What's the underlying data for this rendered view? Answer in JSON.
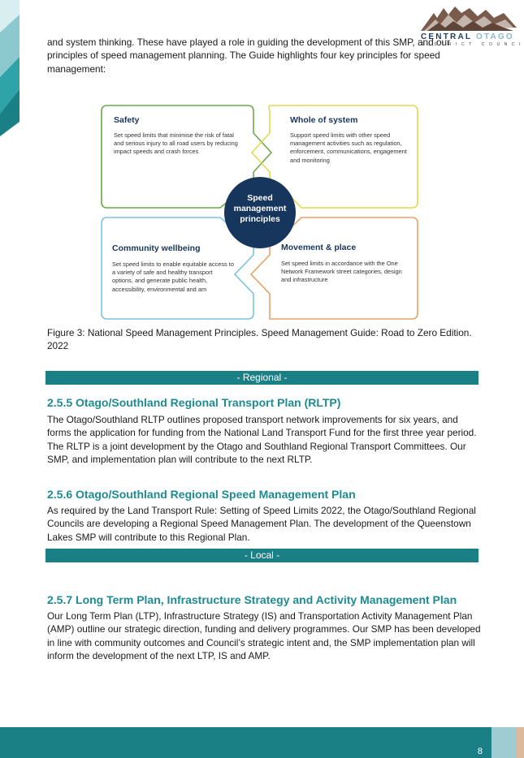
{
  "logo": {
    "name_part1": "CENTRAL",
    "name_part2": "OTAGO",
    "subtitle": "DISTRICT COUNCIL",
    "colors": {
      "mountain": "#7a5a4a",
      "navy": "#1f3a5a",
      "light": "#8bb8c8"
    }
  },
  "intro": {
    "paragraph": "and system thinking. These have played a role in guiding the development of this SMP, and our principles of speed management planning. The Guide highlights four key principles for speed management:"
  },
  "figure": {
    "center_label": [
      "Speed",
      "management",
      "principles"
    ],
    "quadrants": {
      "safety": {
        "title": "Safety",
        "text": "Set speed limits that minimise the risk of fatal and serious injury to all road users by reducing impact speeds and crash forces",
        "color": "#6aaa48"
      },
      "whole_system": {
        "title": "Whole of system",
        "text": "Support speed limits with other speed management activities such as regulation, enforcement, communications, engagement and monitoring",
        "color": "#e4d94a"
      },
      "community": {
        "title": "Community wellbeing",
        "text": "Set speed limits to enable equitable access to a variety of safe and healthy transport options, and generate public health, accessibility, environmental and am",
        "color": "#7cc4dd"
      },
      "movement": {
        "title": "Movement & place",
        "text": "Set speed limits in accordance with the One Network Framework street categories, design and infrastructure",
        "color": "#e8a367"
      }
    },
    "circle_color": "#17365d",
    "caption": "Figure 3: National Speed Management Principles. Speed Management Guide: Road to Zero Edition. 2022"
  },
  "banners": {
    "regional": "- Regional -",
    "local": "- Local -"
  },
  "sections": {
    "rltp": {
      "heading": "2.5.5 Otago/Southland Regional Transport Plan (RLTP)",
      "body": "The Otago/Southland RLTP outlines proposed transport network improvements for six years, and forms the application for funding from the National Land Transport Fund for the first three year period. The RLTP is a joint development by the Otago and Southland Regional Transport Committees. Our SMP, and implementation plan will contribute to the next RLTP."
    },
    "rsmp": {
      "heading": "2.5.6 Otago/Southland Regional Speed Management Plan",
      "body": "As required by the Land Transport Rule: Setting of Speed Limits 2022, the Otago/Southland Regional Councils are developing a Regional Speed Management Plan. The development of the Queenstown Lakes SMP will contribute to this Regional Plan."
    },
    "ltp": {
      "heading": "2.5.7 Long Term Plan, Infrastructure Strategy and Activity Management Plan",
      "body": "Our Long Term Plan (LTP), Infrastructure Strategy (IS) and Transportation Activity Management Plan (AMP) outline our strategic direction, funding and delivery programmes. Our SMP has been developed in line with community outcomes and Council’s strategic intent and, the SMP implementation plan will inform the development of the next LTP, IS and AMP."
    }
  },
  "footer": {
    "page_number": "8",
    "bar_color": "#1b7f86"
  }
}
